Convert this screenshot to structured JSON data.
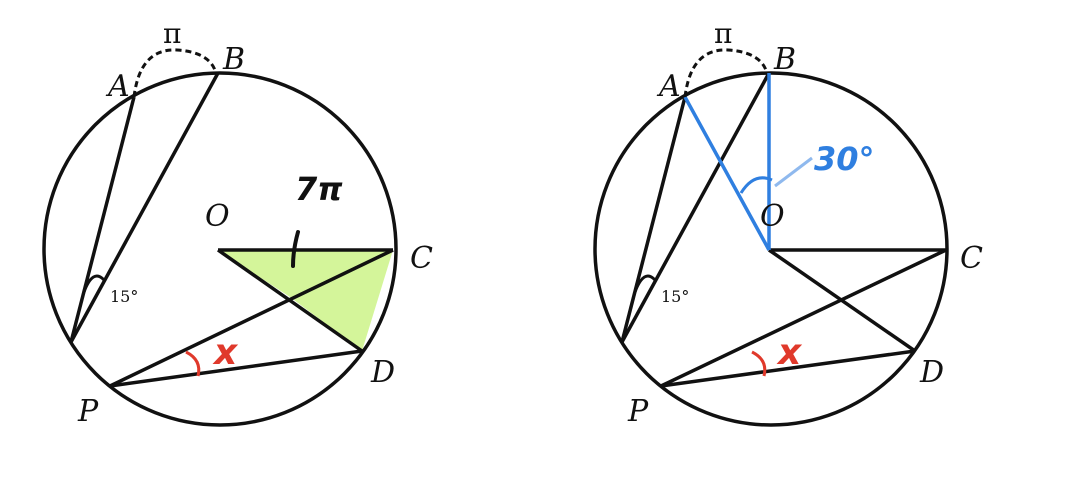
{
  "figures": [
    {
      "points": {
        "A": "A",
        "B": "B",
        "O": "O",
        "C": "C",
        "D": "D",
        "P": "P"
      },
      "arc_label": "π",
      "angle_label": "15°",
      "unknown_label": "x",
      "annotation": "7π"
    },
    {
      "points": {
        "A": "A",
        "B": "B",
        "O": "O",
        "C": "C",
        "D": "D",
        "P": "P"
      },
      "arc_label": "π",
      "angle_label": "15°",
      "unknown_label": "x",
      "annotation": "30°"
    }
  ],
  "colors": {
    "ink": "#111111",
    "shade": "#d4f59a",
    "red": "#e0392b",
    "blue": "#2f7fe0"
  }
}
